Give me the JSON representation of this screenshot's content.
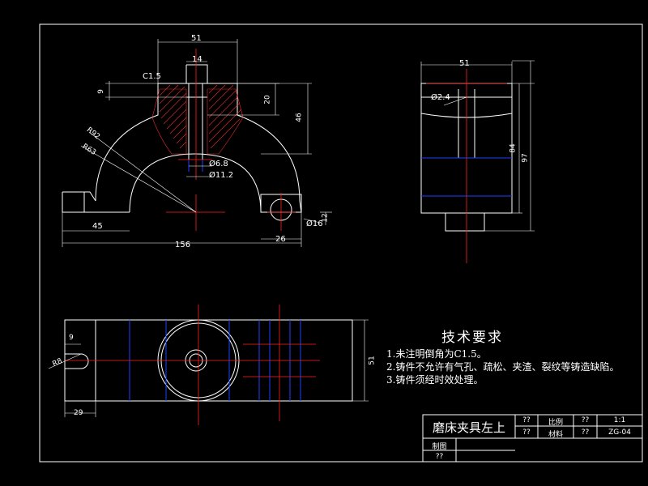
{
  "dims": {
    "top_width": "51",
    "hole_width": "14",
    "chamfer": "C1.5",
    "height_9": "9",
    "height_20": "20",
    "height_46": "46",
    "radius_outer": "R92",
    "radius_inner": "R63",
    "bore_small": "Ø6.8",
    "bore_large": "Ø11.2",
    "left_45": "45",
    "overall_156": "156",
    "right_26": "26",
    "ear_hole": "Ø16",
    "ear_height": "12",
    "side_width": "51",
    "side_bore": "Ø2.4",
    "side_84": "84",
    "side_97": "97",
    "plan_9": "9",
    "plan_r": "R8",
    "plan_29": "29",
    "plan_51": "51"
  },
  "requirements": {
    "title": "技术要求",
    "items": [
      "1.未注明倒角为C1.5。",
      "2.铸件不允许有气孔、疏松、夹渣、裂纹等铸造缺陷。",
      "3.铸件须经时效处理。"
    ]
  },
  "title_block": {
    "name": "磨床夹具左上",
    "q1": "??",
    "q2": "??",
    "q3": "??",
    "q4": "??",
    "q5": "??",
    "label_a": "比例",
    "label_b": "材料",
    "scale": "1:1",
    "code": "ZG-04",
    "drawn_label": "制图",
    "drawn_q": "??"
  },
  "colors": {
    "frame": "#ffffff",
    "outline": "#ffffff",
    "center": "#ff2020",
    "hidden": "#2040ff",
    "hatch": "#ff3030",
    "dimension": "#ffffff"
  }
}
